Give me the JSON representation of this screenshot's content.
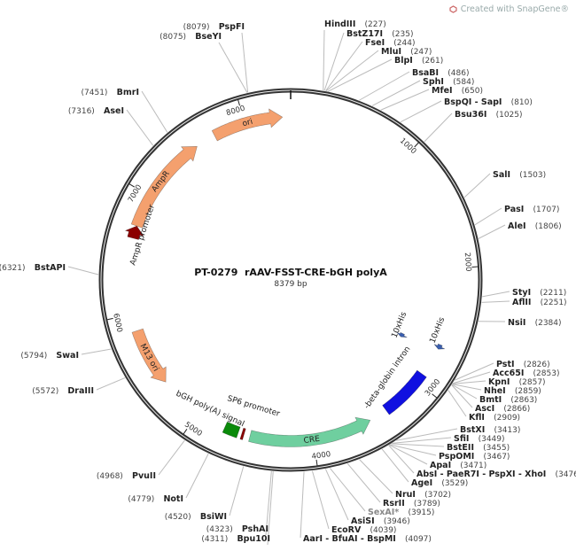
{
  "branding": {
    "text": "Created with SnapGene®",
    "icon": "snapgene-logo-icon"
  },
  "plasmid": {
    "name": "PT-0279  rAAV-FSST-CRE-bGH polyA",
    "size_label": "8379 bp",
    "length": 8379
  },
  "tick_labels": [
    "1000",
    "2000",
    "3000",
    "4000",
    "5000",
    "6000",
    "7000",
    "8000"
  ],
  "enzymes": [
    {
      "name": "HindIII",
      "pos": "(227)",
      "bp": 227
    },
    {
      "name": "BstZ17I",
      "pos": "(235)",
      "bp": 235
    },
    {
      "name": "FseI",
      "pos": "(244)",
      "bp": 244
    },
    {
      "name": "MluI",
      "pos": "(247)",
      "bp": 247
    },
    {
      "name": "BlpI",
      "pos": "(261)",
      "bp": 261
    },
    {
      "name": "BsaBI",
      "pos": "(486)",
      "bp": 486
    },
    {
      "name": "SphI",
      "pos": "(584)",
      "bp": 584
    },
    {
      "name": "MfeI",
      "pos": "(650)",
      "bp": 650
    },
    {
      "name": "BspQI - SapI",
      "pos": "(810)",
      "bp": 810
    },
    {
      "name": "Bsu36I",
      "pos": "(1025)",
      "bp": 1025
    },
    {
      "name": "SalI",
      "pos": "(1503)",
      "bp": 1503
    },
    {
      "name": "PasI",
      "pos": "(1707)",
      "bp": 1707
    },
    {
      "name": "AleI",
      "pos": "(1806)",
      "bp": 1806
    },
    {
      "name": "StyI",
      "pos": "(2211)",
      "bp": 2211
    },
    {
      "name": "AflII",
      "pos": "(2251)",
      "bp": 2251
    },
    {
      "name": "NsiI",
      "pos": "(2384)",
      "bp": 2384
    },
    {
      "name": "PstI",
      "pos": "(2826)",
      "bp": 2826
    },
    {
      "name": "Acc65I",
      "pos": "(2853)",
      "bp": 2853
    },
    {
      "name": "KpnI",
      "pos": "(2857)",
      "bp": 2857
    },
    {
      "name": "NheI",
      "pos": "(2859)",
      "bp": 2859
    },
    {
      "name": "BmtI",
      "pos": "(2863)",
      "bp": 2863
    },
    {
      "name": "AscI",
      "pos": "(2866)",
      "bp": 2866
    },
    {
      "name": "KflI",
      "pos": "(2909)",
      "bp": 2909
    },
    {
      "name": "BstXI",
      "pos": "(3413)",
      "bp": 3413
    },
    {
      "name": "SfiI",
      "pos": "(3449)",
      "bp": 3449
    },
    {
      "name": "BstEII",
      "pos": "(3455)",
      "bp": 3455
    },
    {
      "name": "PspOMI",
      "pos": "(3467)",
      "bp": 3467
    },
    {
      "name": "ApaI",
      "pos": "(3471)",
      "bp": 3471
    },
    {
      "name": "AbsI - PaeR7I - PspXI - XhoI",
      "pos": "(3476)",
      "bp": 3476
    },
    {
      "name": "AgeI",
      "pos": "(3529)",
      "bp": 3529
    },
    {
      "name": "NruI",
      "pos": "(3702)",
      "bp": 3702
    },
    {
      "name": "RsrII",
      "pos": "(3789)",
      "bp": 3789
    },
    {
      "name": "SexAI*",
      "pos": "(3915)",
      "bp": 3915,
      "muted": true
    },
    {
      "name": "AsiSI",
      "pos": "(3946)",
      "bp": 3946
    },
    {
      "name": "EcoRV",
      "pos": "(4039)",
      "bp": 4039
    },
    {
      "name": "AarI - BfuAI - BspMI",
      "pos": "(4097)",
      "bp": 4097
    },
    {
      "name": "Bpu10I",
      "pos": "(4311)",
      "bp": 4311
    },
    {
      "name": "PshAI",
      "pos": "(4323)",
      "bp": 4323
    },
    {
      "name": "BsiWI",
      "pos": "(4520)",
      "bp": 4520
    },
    {
      "name": "NotI",
      "pos": "(4779)",
      "bp": 4779
    },
    {
      "name": "PvuII",
      "pos": "(4968)",
      "bp": 4968
    },
    {
      "name": "DraIII",
      "pos": "(5572)",
      "bp": 5572
    },
    {
      "name": "SwaI",
      "pos": "(5794)",
      "bp": 5794
    },
    {
      "name": "BstAPI",
      "pos": "(6321)",
      "bp": 6321
    },
    {
      "name": "AseI",
      "pos": "(7316)",
      "bp": 7316
    },
    {
      "name": "BmrI",
      "pos": "(7451)",
      "bp": 7451
    },
    {
      "name": "BseYI",
      "pos": "(8075)",
      "bp": 8075
    },
    {
      "name": "PspFI",
      "pos": "(8079)",
      "bp": 8079
    }
  ],
  "features": [
    {
      "name": "ori",
      "start": 7732,
      "end": 8312,
      "direction": "forward",
      "color": "#f4a06e",
      "type": "arrow"
    },
    {
      "name": "AmpR",
      "start": 6734,
      "end": 7564,
      "direction": "forward",
      "color": "#f4a06e",
      "type": "arrow"
    },
    {
      "name": "AmpR promoter",
      "start": 6630,
      "end": 6734,
      "direction": "forward",
      "color": "#8b0000",
      "type": "arrow"
    },
    {
      "name": "M13 ori",
      "start": 5370,
      "end": 5858,
      "direction": "reverse",
      "color": "#f4a06e",
      "type": "arrow"
    },
    {
      "name": "CRE",
      "start": 3501,
      "end": 4529,
      "direction": "reverse",
      "color": "#6fcf9f",
      "type": "arrow"
    },
    {
      "name": "SP6 promoter",
      "start": 4580,
      "end": 4600,
      "direction": "reverse",
      "color": "#8b0000",
      "type": "box"
    },
    {
      "name": "bGH poly(A) signal",
      "start": 4630,
      "end": 4750,
      "direction": "none",
      "color": "#0a8a0a",
      "type": "box"
    },
    {
      "name": "-beta-globin intron",
      "start": 2923,
      "end": 3347,
      "direction": "none",
      "color": "#1010e0",
      "type": "box"
    },
    {
      "name": "10xHis",
      "start": 2690,
      "end": 2730,
      "direction": "forward",
      "color": "#3a5fb0",
      "type": "small"
    },
    {
      "name": "10xHis",
      "start": 2640,
      "end": 2680,
      "direction": "forward",
      "color": "#3a5fb0",
      "type": "small"
    }
  ]
}
